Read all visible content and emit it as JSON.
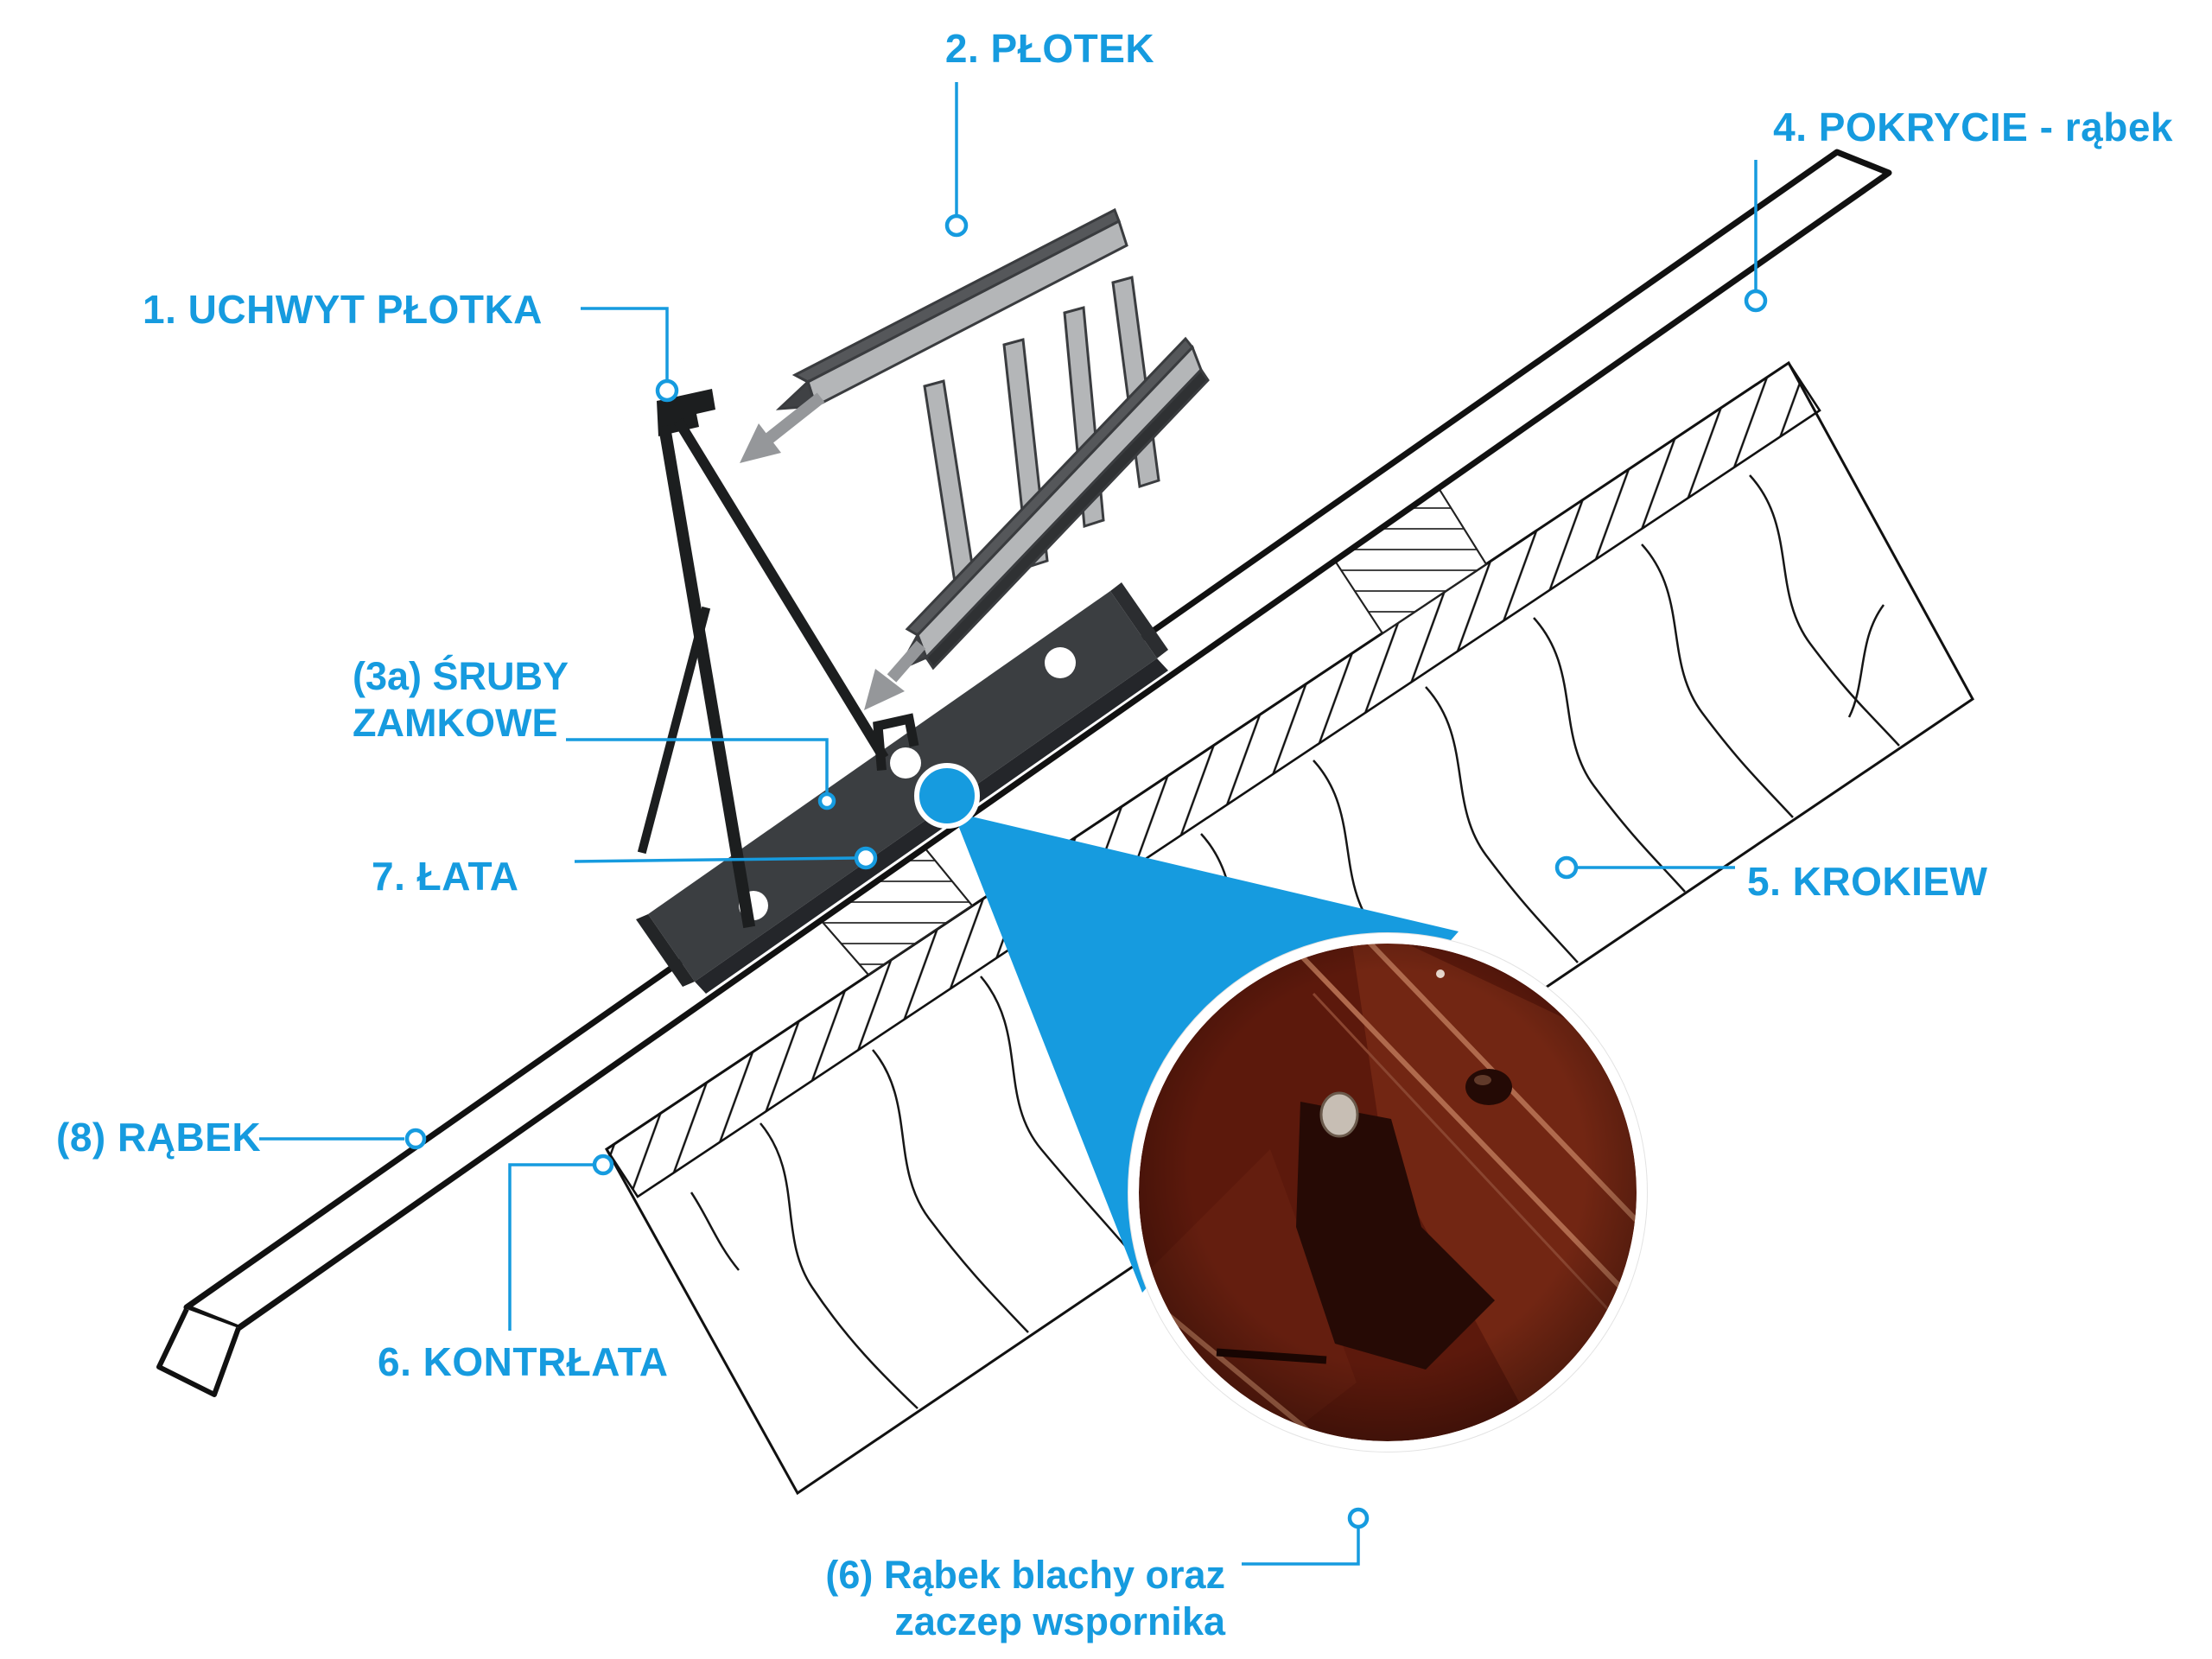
{
  "diagram": {
    "accent": "#169bdf",
    "ink": "#111111",
    "labels": {
      "plotek": "2. PŁOTEK",
      "pokrycie": "4. POKRYCIE - rąbek",
      "uchwyt": "1. UCHWYT PŁOTKA",
      "sruby_l1": "(3a) ŚRUBY",
      "sruby_l2": "ZAMKOWE",
      "lata": "7. ŁATA",
      "krokiew": "5. KROKIEW",
      "rabek": "(8) RĄBEK",
      "kontrlata": "6. KONTRŁATA",
      "detail_l1": "(6) Rąbek blachy oraz",
      "detail_l2": "zaczep wspornika"
    }
  }
}
